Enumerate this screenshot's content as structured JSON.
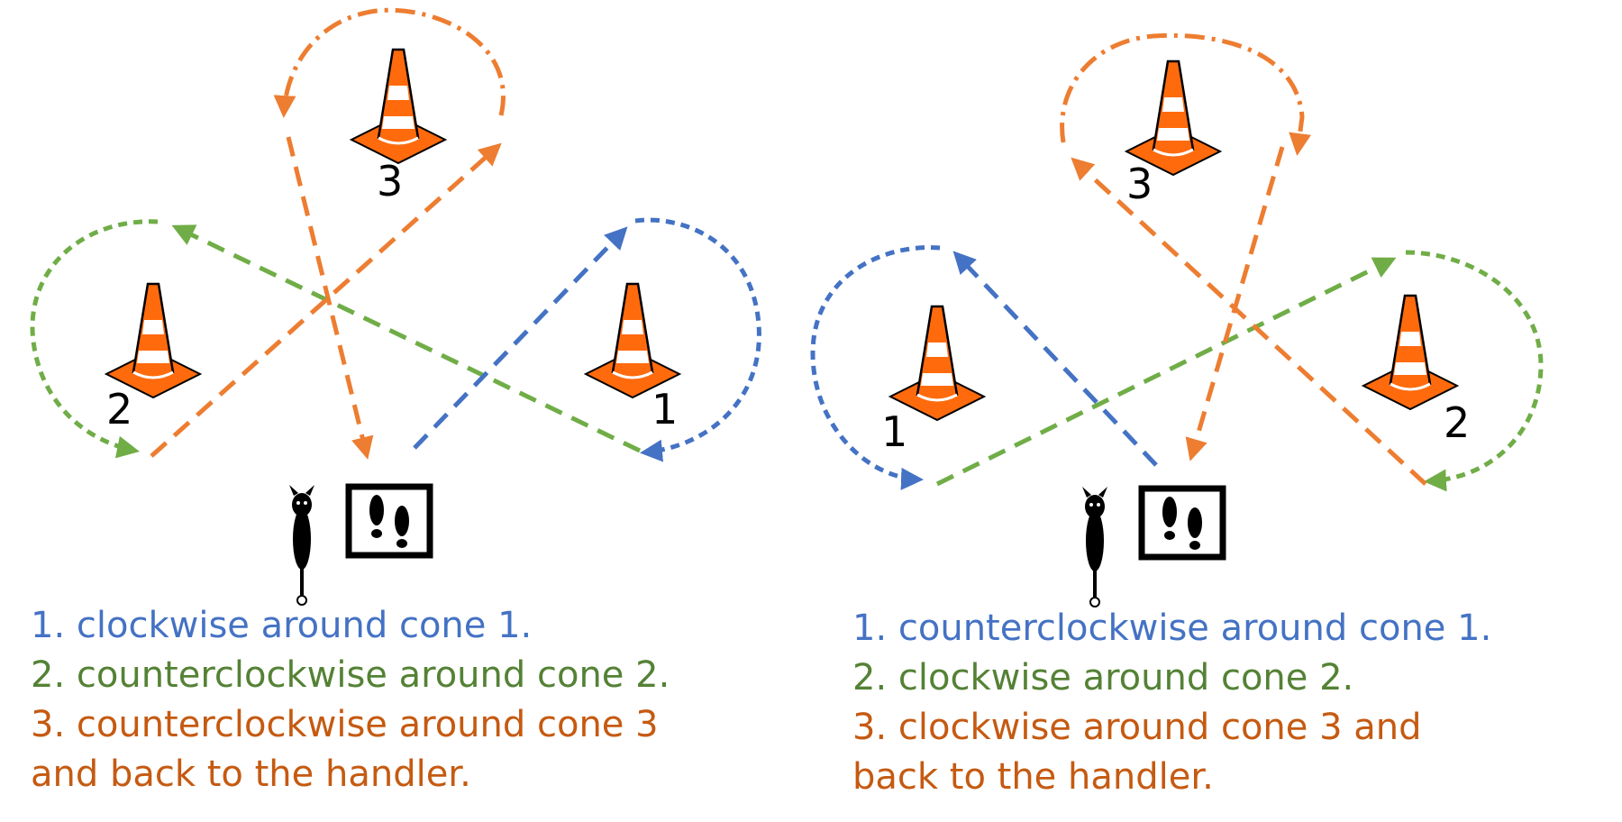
{
  "colors": {
    "blue": "#4472C4",
    "green": "#70AD47",
    "orange": "#ED7D31",
    "text_blue": "#4472C4",
    "text_green": "#548235",
    "text_orange": "#C55A11",
    "cone_orange": "#FF6A0D"
  },
  "diagrams": [
    {
      "cones": [
        {
          "label": "1"
        },
        {
          "label": "2"
        },
        {
          "label": "3"
        }
      ],
      "steps": [
        {
          "text": "1. clockwise around cone 1.",
          "color": "blue"
        },
        {
          "text": "2. counterclockwise around cone 2.",
          "color": "green"
        },
        {
          "text": "3. counterclockwise around cone 3",
          "color": "orange"
        },
        {
          "text": "and back to the handler.",
          "color": "orange"
        }
      ]
    },
    {
      "cones": [
        {
          "label": "1"
        },
        {
          "label": "2"
        },
        {
          "label": "3"
        }
      ],
      "steps": [
        {
          "text": "1. counterclockwise around cone 1.",
          "color": "blue"
        },
        {
          "text": "2. clockwise around cone 2.",
          "color": "green"
        },
        {
          "text": "3. clockwise around cone 3 and",
          "color": "orange"
        },
        {
          "text": "back to the handler.",
          "color": "orange"
        }
      ]
    }
  ],
  "icons": {
    "cone": "traffic-cone-icon",
    "footprints": "footprints-icon",
    "dog": "dog-icon"
  }
}
